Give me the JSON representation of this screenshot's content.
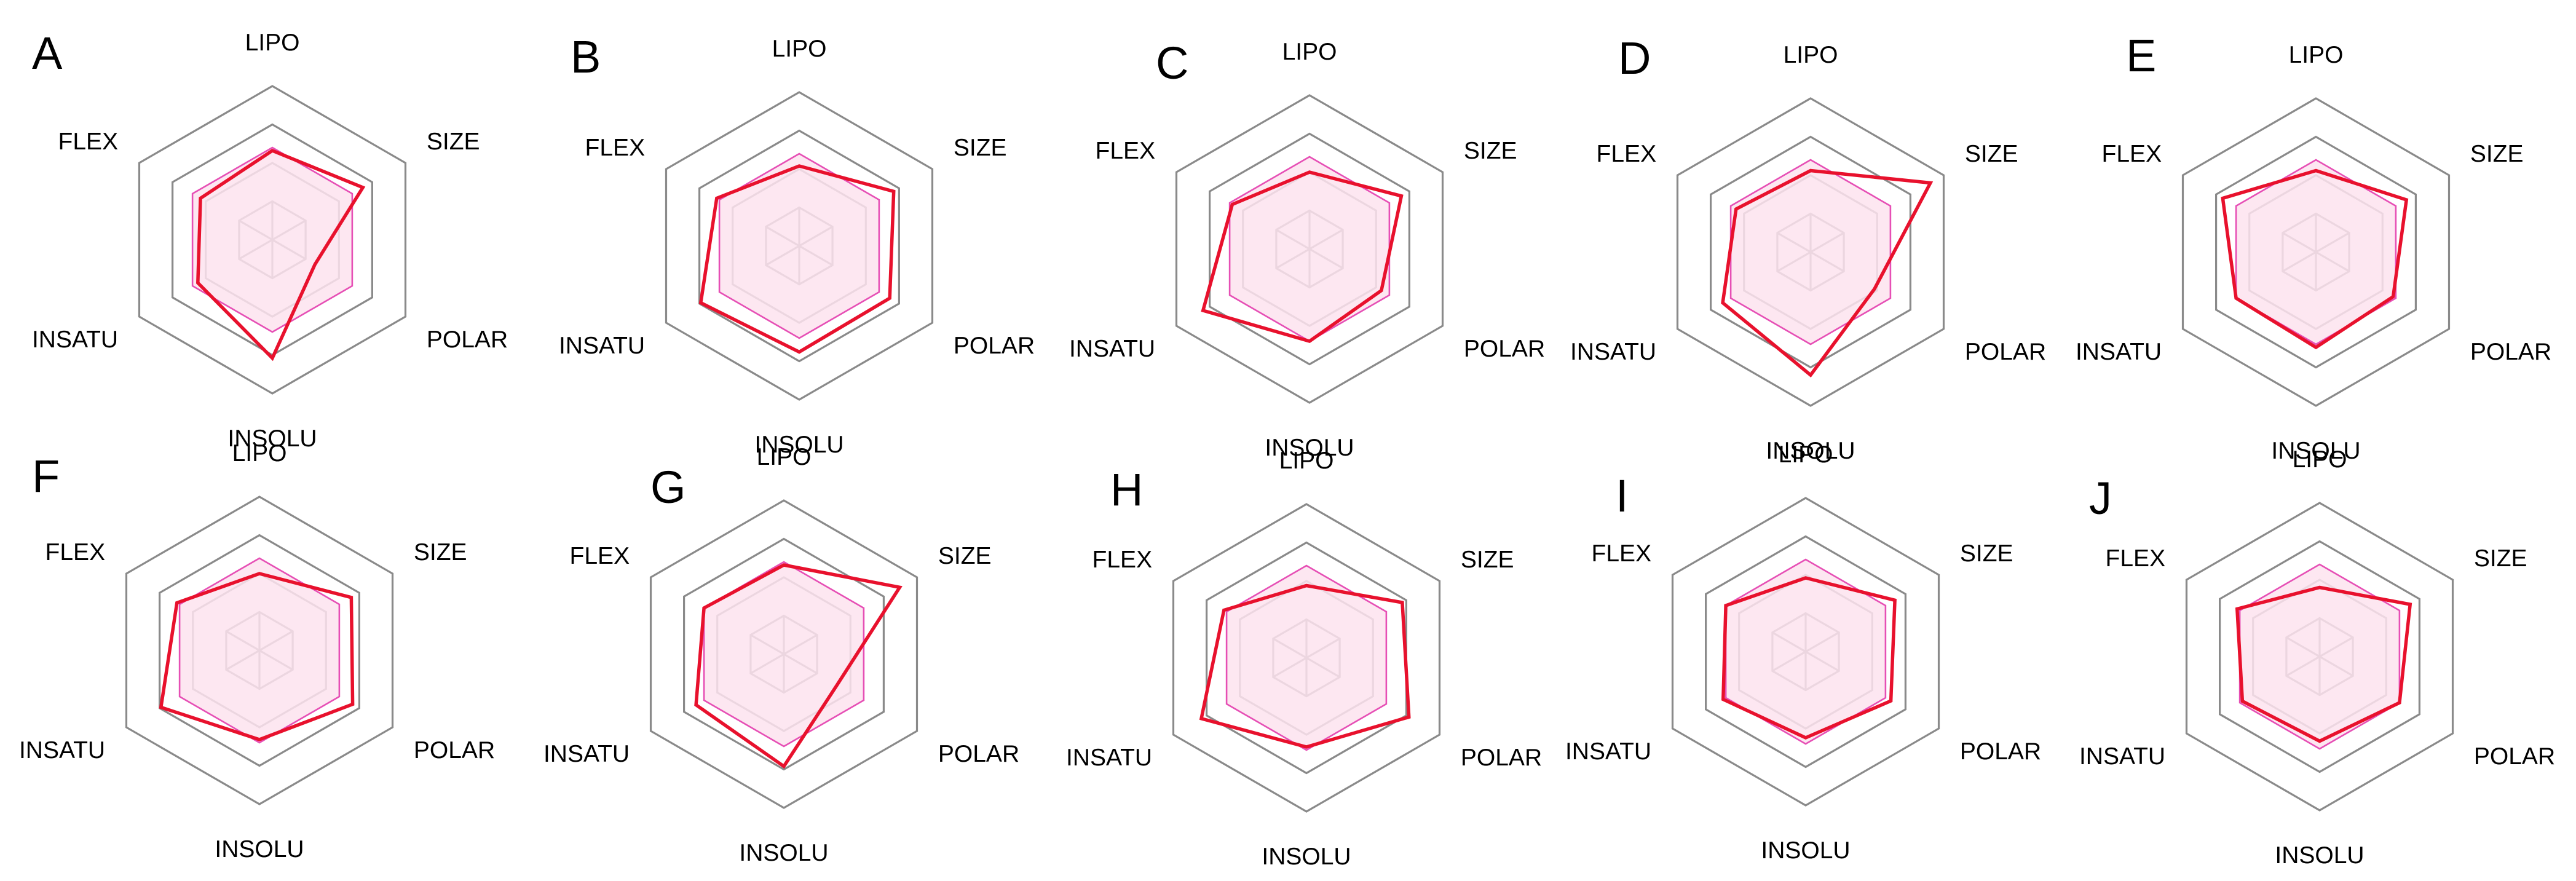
{
  "colors": {
    "grid": "#8a8a8a",
    "optimal_fill": "#fde3ef",
    "optimal_stroke": "#e64fb5",
    "compound_line": "#e8112d"
  },
  "chart_data": [
    {
      "type": "radar",
      "panel": "A",
      "axes": [
        "LIPO",
        "SIZE",
        "POLAR",
        "INSOLU",
        "INSATU",
        "FLEX"
      ],
      "rings": 4,
      "optimal_range": [
        0.6,
        0.6,
        0.6,
        0.6,
        0.6,
        0.6
      ],
      "values": [
        0.58,
        0.68,
        0.32,
        0.77,
        0.56,
        0.54
      ]
    },
    {
      "type": "radar",
      "panel": "B",
      "axes": [
        "LIPO",
        "SIZE",
        "POLAR",
        "INSOLU",
        "INSATU",
        "FLEX"
      ],
      "rings": 4,
      "optimal_range": [
        0.6,
        0.6,
        0.6,
        0.6,
        0.6,
        0.6
      ],
      "values": [
        0.52,
        0.71,
        0.68,
        0.69,
        0.74,
        0.62
      ]
    },
    {
      "type": "radar",
      "panel": "C",
      "axes": [
        "LIPO",
        "SIZE",
        "POLAR",
        "INSOLU",
        "INSATU",
        "FLEX"
      ],
      "rings": 4,
      "optimal_range": [
        0.6,
        0.6,
        0.6,
        0.6,
        0.6,
        0.6
      ],
      "values": [
        0.5,
        0.69,
        0.54,
        0.6,
        0.8,
        0.58
      ]
    },
    {
      "type": "radar",
      "panel": "D",
      "axes": [
        "LIPO",
        "SIZE",
        "POLAR",
        "INSOLU",
        "INSATU",
        "FLEX"
      ],
      "rings": 4,
      "optimal_range": [
        0.6,
        0.6,
        0.6,
        0.6,
        0.6,
        0.6
      ],
      "values": [
        0.53,
        0.9,
        0.48,
        0.8,
        0.66,
        0.56
      ]
    },
    {
      "type": "radar",
      "panel": "E",
      "axes": [
        "LIPO",
        "SIZE",
        "POLAR",
        "INSOLU",
        "INSATU",
        "FLEX"
      ],
      "rings": 4,
      "optimal_range": [
        0.6,
        0.6,
        0.6,
        0.6,
        0.6,
        0.6
      ],
      "values": [
        0.53,
        0.68,
        0.58,
        0.62,
        0.6,
        0.7
      ]
    },
    {
      "type": "radar",
      "panel": "F",
      "axes": [
        "LIPO",
        "SIZE",
        "POLAR",
        "INSOLU",
        "INSATU",
        "FLEX"
      ],
      "rings": 4,
      "optimal_range": [
        0.6,
        0.6,
        0.6,
        0.6,
        0.6,
        0.6
      ],
      "values": [
        0.5,
        0.69,
        0.7,
        0.58,
        0.74,
        0.62
      ]
    },
    {
      "type": "radar",
      "panel": "G",
      "axes": [
        "LIPO",
        "SIZE",
        "POLAR",
        "INSOLU",
        "INSATU",
        "FLEX"
      ],
      "rings": 4,
      "optimal_range": [
        0.6,
        0.6,
        0.6,
        0.6,
        0.6,
        0.6
      ],
      "values": [
        0.58,
        0.87,
        0.4,
        0.73,
        0.66,
        0.6
      ]
    },
    {
      "type": "radar",
      "panel": "H",
      "axes": [
        "LIPO",
        "SIZE",
        "POLAR",
        "INSOLU",
        "INSATU",
        "FLEX"
      ],
      "rings": 4,
      "optimal_range": [
        0.6,
        0.6,
        0.6,
        0.6,
        0.6,
        0.6
      ],
      "values": [
        0.47,
        0.72,
        0.77,
        0.58,
        0.79,
        0.62
      ]
    },
    {
      "type": "radar",
      "panel": "I",
      "axes": [
        "LIPO",
        "SIZE",
        "POLAR",
        "INSOLU",
        "INSATU",
        "FLEX"
      ],
      "rings": 4,
      "optimal_range": [
        0.6,
        0.6,
        0.6,
        0.6,
        0.6,
        0.6
      ],
      "values": [
        0.48,
        0.67,
        0.64,
        0.56,
        0.62,
        0.6
      ]
    },
    {
      "type": "radar",
      "panel": "J",
      "axes": [
        "LIPO",
        "SIZE",
        "POLAR",
        "INSOLU",
        "INSATU",
        "FLEX"
      ],
      "rings": 4,
      "optimal_range": [
        0.6,
        0.6,
        0.6,
        0.6,
        0.6,
        0.6
      ],
      "values": [
        0.45,
        0.68,
        0.6,
        0.55,
        0.58,
        0.62
      ]
    }
  ]
}
